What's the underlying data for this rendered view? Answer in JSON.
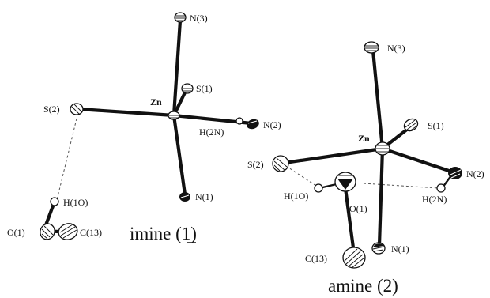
{
  "figure": {
    "left_structure": {
      "atoms": {
        "zn": "Zn",
        "n3": "N(3)",
        "s1": "S(1)",
        "s2": "S(2)",
        "h2n": "H(2N)",
        "n2": "N(2)",
        "n1": "N(1)",
        "h1o": "H(1O)",
        "o1": "O(1)",
        "c13": "C(13)"
      },
      "caption_prefix": "imine (",
      "caption_number": "1",
      "caption_suffix": ")"
    },
    "right_structure": {
      "atoms": {
        "zn": "Zn",
        "n3": "N(3)",
        "s1": "S(1)",
        "s2": "S(2)",
        "h2n": "H(2N)",
        "n2": "N(2)",
        "n1": "N(1)",
        "h1o": "H(1O)",
        "o1": "O(1)",
        "c13": "C(13)"
      },
      "caption": "amine (2)"
    }
  }
}
